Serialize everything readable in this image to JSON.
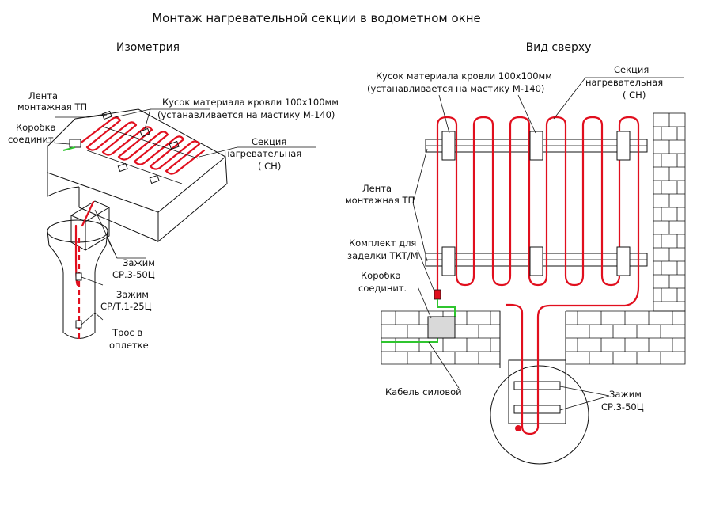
{
  "title": "Монтаж нагревательной секции в водометном окне",
  "iso": {
    "heading": "Изометрия",
    "tape_line1": "Лента",
    "tape_line2": "монтажная ТП",
    "roof_piece_line1": "Кусок материала кровли  100х100мм",
    "roof_piece_line2": "(устанавливается на мастику М-140)",
    "box_line1": "Коробка",
    "box_line2": "соединит.",
    "section_line1": "Секция",
    "section_line2": "нагревательная",
    "section_line3": "( СН)",
    "clamp1_line1": "Зажим",
    "clamp1_line2": "СР.3-50Ц",
    "clamp2_line1": "Зажим",
    "clamp2_line2": "СР/Т.1-25Ц",
    "rope_line1": "Трос в",
    "rope_line2": "оплетке"
  },
  "top": {
    "heading": "Вид сверху",
    "roof_piece_line1": "Кусок материала кровли  100х100мм",
    "roof_piece_line2": "(устанавливается на мастику М-140)",
    "section_line1": "Секция",
    "section_line2": "нагревательная",
    "section_line3": "( СН)",
    "tape_line1": "Лента",
    "tape_line2": "монтажная ТП",
    "kit_line1": "Комплект для",
    "kit_line2": "заделки ТКТ/М",
    "box_line1": "Коробка",
    "box_line2": "соединит.",
    "power_cable": "Кабель силовой",
    "clamp_line1": "Зажим",
    "clamp_line2": "СР.3-50Ц"
  },
  "colors": {
    "heating_cable": "#e10f1e",
    "power_cable": "#2fc52f",
    "lines": "#111111"
  }
}
